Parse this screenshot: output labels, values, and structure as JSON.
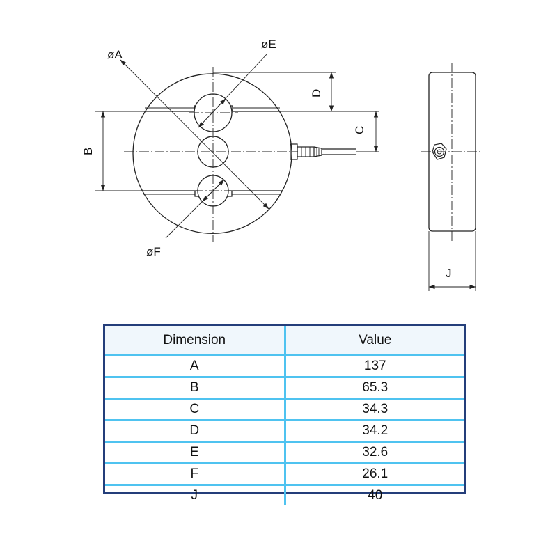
{
  "drawing": {
    "labels": {
      "dia_a": "øA",
      "dia_e": "øE",
      "dia_f": "øF",
      "dim_b": "B",
      "dim_c": "C",
      "dim_d": "D",
      "dim_j": "J"
    }
  },
  "table": {
    "headers": [
      "Dimension",
      "Value"
    ],
    "rows": [
      {
        "dimension": "A",
        "value": "137"
      },
      {
        "dimension": "B",
        "value": "65.3"
      },
      {
        "dimension": "C",
        "value": "34.3"
      },
      {
        "dimension": "D",
        "value": "34.2"
      },
      {
        "dimension": "E",
        "value": "32.6"
      },
      {
        "dimension": "F",
        "value": "26.1"
      },
      {
        "dimension": "J",
        "value": "40"
      }
    ]
  },
  "colors": {
    "table_border": "#243e7a",
    "table_grid": "#4fc3f0",
    "header_bg": "#f0f7fc",
    "line": "#222222"
  }
}
